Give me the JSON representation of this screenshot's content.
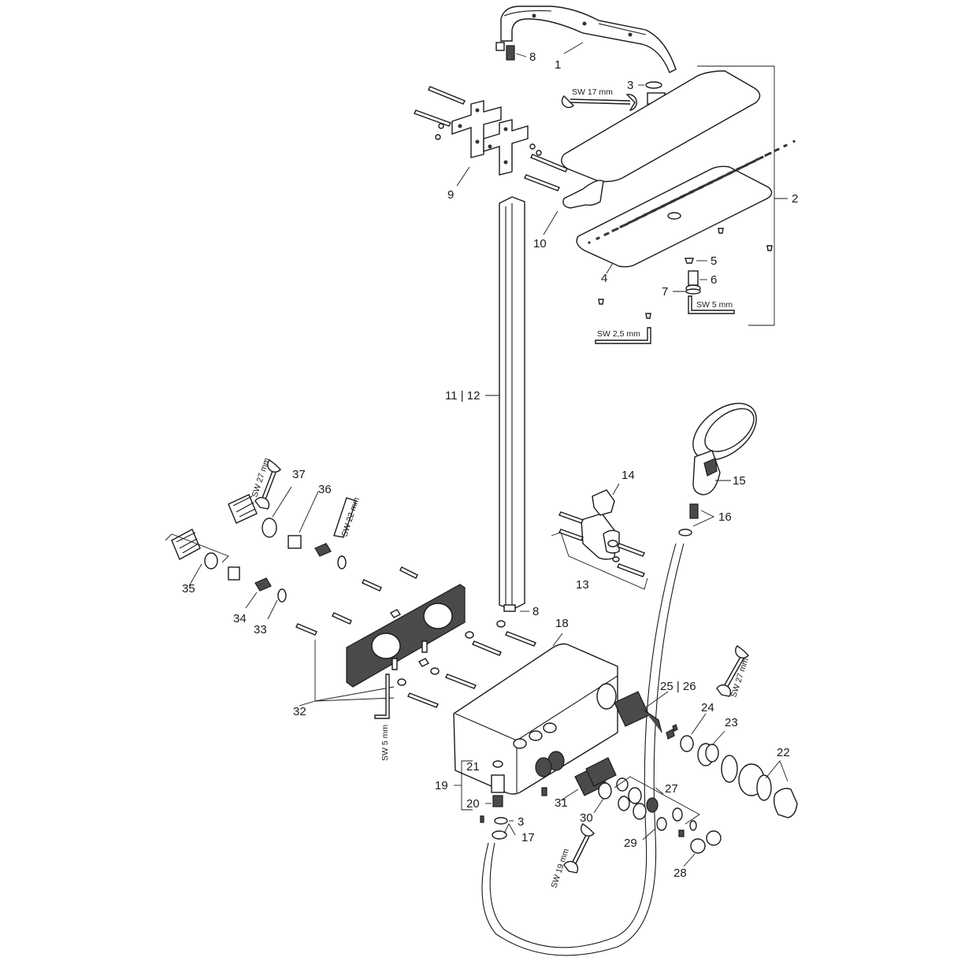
{
  "labels": {
    "l1": "1",
    "l2": "2",
    "l3a": "3",
    "l3b": "3",
    "l4": "4",
    "l5": "5",
    "l6": "6",
    "l7": "7",
    "l8a": "8",
    "l8b": "8",
    "l9": "9",
    "l10": "10",
    "l11_12": "11 | 12",
    "l13": "13",
    "l14": "14",
    "l15": "15",
    "l16": "16",
    "l17": "17",
    "l18": "18",
    "l19": "19",
    "l20": "20",
    "l21": "21",
    "l22": "22",
    "l23": "23",
    "l24": "24",
    "l25_26": "25 | 26",
    "l27": "27",
    "l28": "28",
    "l29": "29",
    "l30": "30",
    "l31": "31",
    "l32": "32",
    "l33": "33",
    "l34": "34",
    "l35": "35",
    "l36": "36",
    "l37": "37"
  },
  "tools": {
    "sw17": "SW 17 mm",
    "sw5_top": "SW 5 mm",
    "sw25": "SW 2,5 mm",
    "sw27_left": "SW 27 mm",
    "sw22": "SW 22 mm",
    "sw5_left": "SW 5 mm",
    "sw27_right": "SW 27 mm",
    "sw19": "SW 19 mm"
  }
}
